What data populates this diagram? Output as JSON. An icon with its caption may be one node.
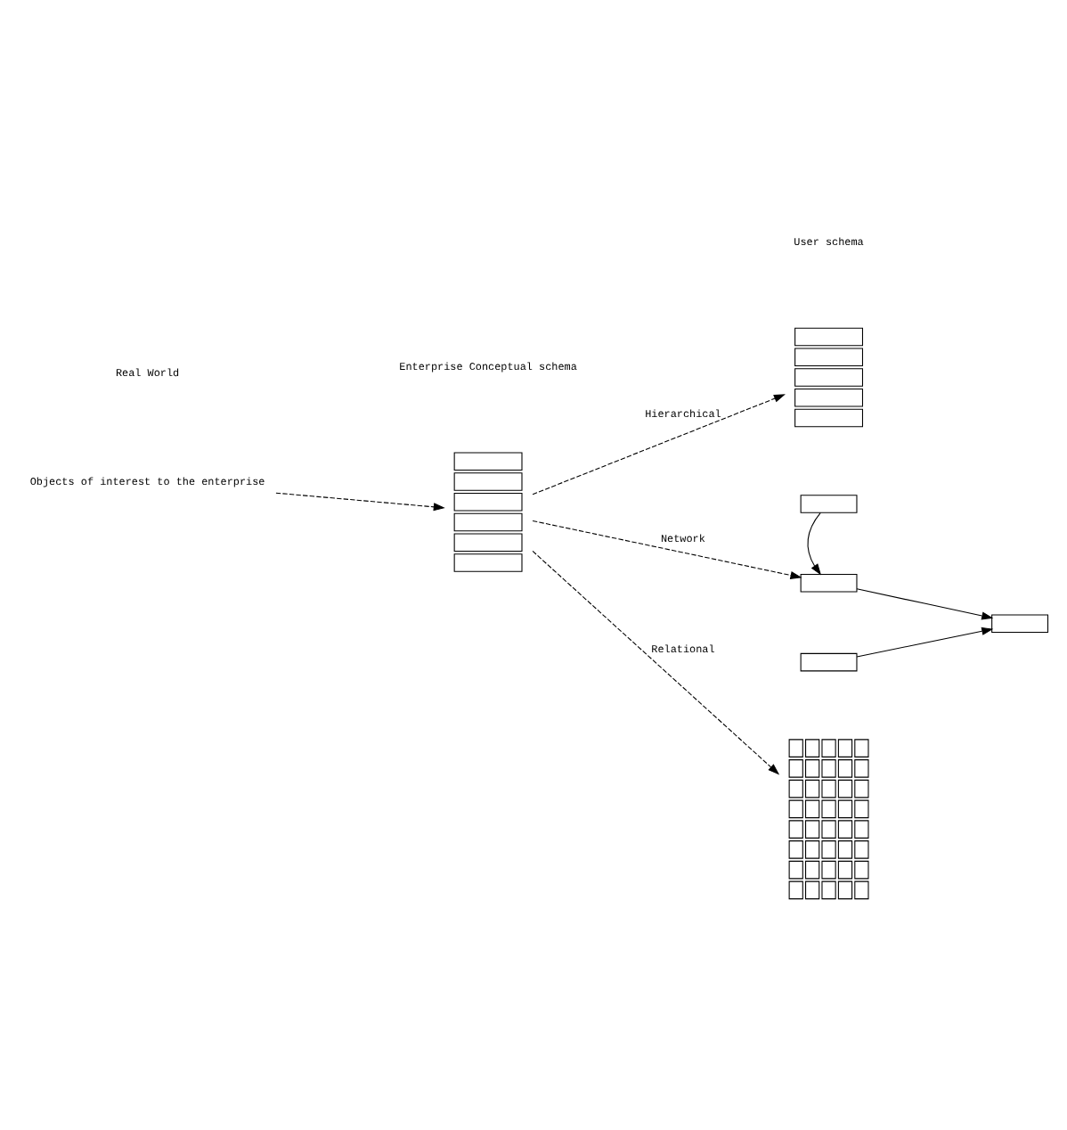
{
  "diagram": {
    "nodes": [
      {
        "text": [
          "Objects of interest to the enterprise"
        ]
      },
      {
        "text": [],
        "shape": "picture"
      },
      {
        "text": [],
        "shape": "picture"
      },
      {
        "text": [],
        "shape": "box"
      },
      {
        "text": [],
        "shape": "box"
      },
      {
        "text": [],
        "shape": "box"
      },
      {
        "text": [],
        "shape": "box"
      },
      {
        "text": [],
        "shape": "picture"
      }
    ],
    "edges": [
      {
        "from": 0,
        "to": 1,
        "arrow": "to",
        "style": "dashed"
      },
      {
        "from": 1,
        "to": 2,
        "arrow": "to",
        "label": "Hierarchical",
        "style": "dashed"
      },
      {
        "from": 1,
        "to": 4,
        "arrow": "to",
        "label": "Network",
        "style": "dashed"
      },
      {
        "from": 1,
        "to": 7,
        "arrow": "to",
        "label": "Relational",
        "style": "dashed"
      },
      {
        "from": 3,
        "to": 4,
        "arrow": "to"
      },
      {
        "from": 4,
        "to": 6,
        "arrow": "to"
      },
      {
        "from": 5,
        "to": 6,
        "arrow": "to"
      }
    ],
    "labels": [
      "Real World",
      "Enterprise Conceptual schema",
      "User schema"
    ]
  }
}
